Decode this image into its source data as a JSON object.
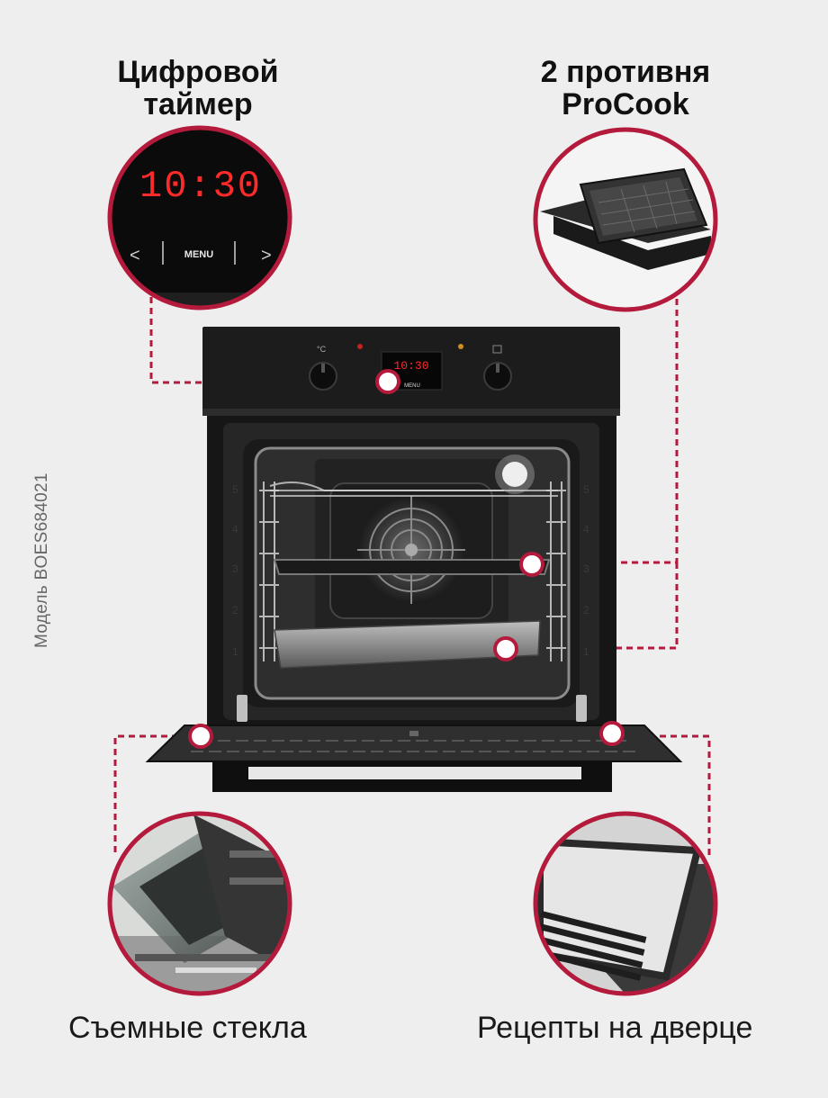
{
  "callouts": {
    "top_left": {
      "line1": "Цифровой",
      "line2": "таймер"
    },
    "top_right": {
      "line1": "2 противня",
      "line2": "ProCook"
    },
    "bottom_left": "Съемные стекла",
    "bottom_right": "Рецепты на дверце"
  },
  "model_text": "Модель BOES684021",
  "display": {
    "time": "10:30",
    "menu": "MENU",
    "left_arrow": "<",
    "right_arrow": ">"
  },
  "colors": {
    "accent": "#b31a3c",
    "background": "#efeeee",
    "display_red": "#ff2a2a"
  }
}
